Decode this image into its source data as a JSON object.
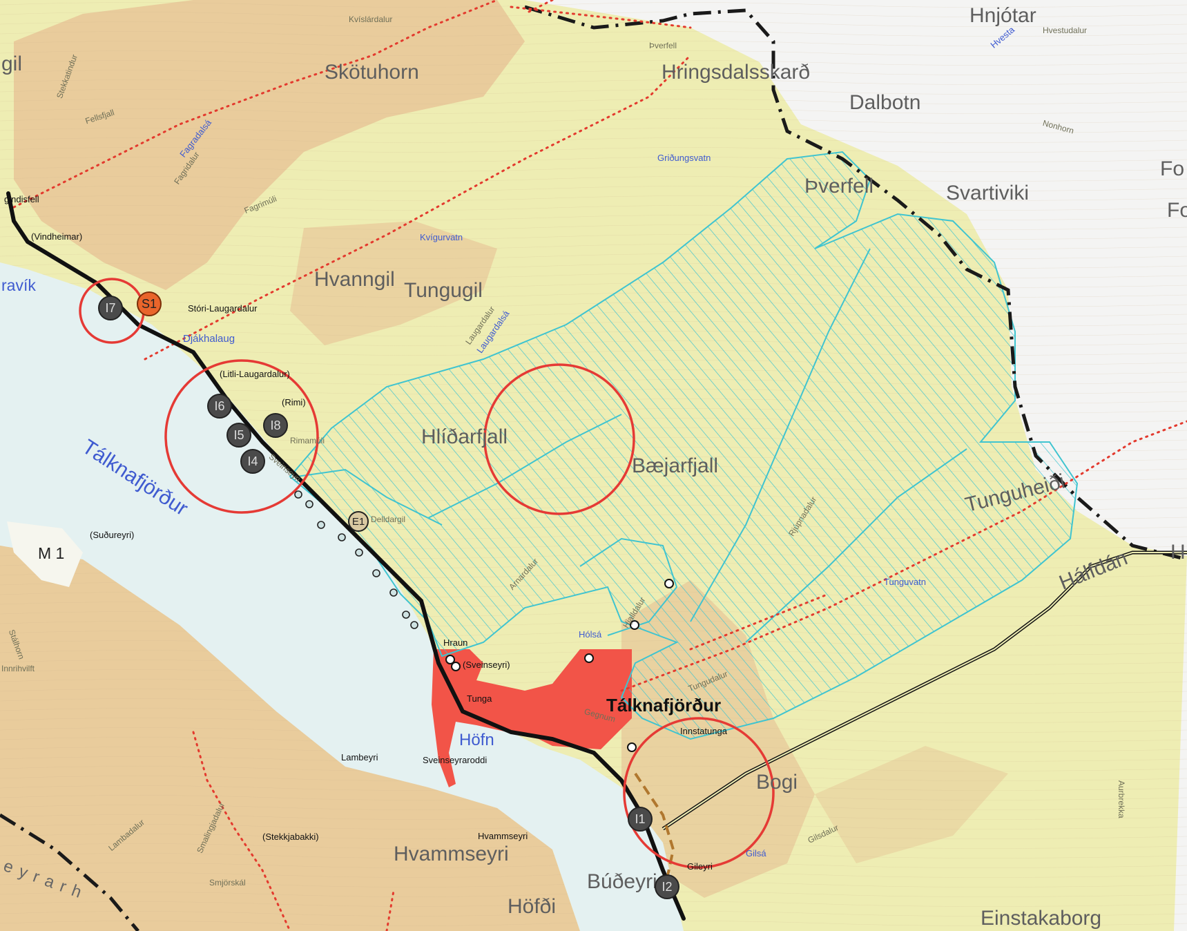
{
  "map": {
    "places": {
      "skotuhorn": "Skötuhorn",
      "hringsdalsskard": "Hringsdalsskarð",
      "hnjotar": "Hnjótar",
      "dalbotn": "Dalbotn",
      "svartiviki": "Svartiviki",
      "fo1": "Fo",
      "fo2": "Fo",
      "thverfell": "Þverfell",
      "hvanngil": "Hvanngil",
      "tungugil": "Tungugil",
      "hlidarfjall": "Hlíðarfjall",
      "baejarfjall": "Bæjarfjall",
      "tunguheidi": "Tunguheiði",
      "halfdan": "Hálfdán",
      "h_edge": "H",
      "bogi": "Bogi",
      "talknafjordur_town": "Tálknafjörður",
      "hvammseyri": "Hvammseyri",
      "budeyri": "Búðeyri",
      "hofdi": "Höfði",
      "einstakaborg": "Einstakaborg",
      "m1": "M 1",
      "gil": "gil",
      "ravik": "ravík"
    },
    "small": {
      "gindisfell": "gindisfell",
      "vindheimar": "(Vindheimar)",
      "stori_laugardalur": "Stóri-Laugardalur",
      "litli_laugardalur": "(Litli-Laugardalur)",
      "rimi": "(Rimi)",
      "sudureyri": "(Suðureyri)",
      "hraun": "Hraun",
      "sveinseyri": "(Sveinseyri)",
      "tunga": "Tunga",
      "innstatunga": "Innstatunga",
      "lambeyri": "Lambeyri",
      "sveinseyraroddi": "Sveinseyraroddi",
      "stekkjabakki": "(Stekkjabakki)",
      "hvammseyri_small": "Hvammseyri",
      "gileyri": "Gileyri"
    },
    "terrain": {
      "kvislardalur": "Kvíslárdalur",
      "thverfell_small": "Þverfell",
      "hvestudalur": "Hvestudalur",
      "nonhorn": "Nonhorn",
      "stekkatindur": "Stekkatindur",
      "fellsfjall": "Fellsfjall",
      "fagridalur": "Fagridalur",
      "fagrimuli": "Fagrimúli",
      "laugardalur": "Laugardalur",
      "rimamuli": "Rimamúli",
      "sveinseyri_t": "Sveinseyri",
      "delldargil": "Delldargil",
      "arnardalur": "Arnardalur",
      "rjupnadalur": "Rjúpnadalur",
      "hjalldalur": "Hjalldalur",
      "tungudalur": "Tungudalur",
      "gilsdalur": "Gilsdalur",
      "aurbrekka": "Aurbrekka",
      "smalingjadalur": "Smalingjadalur",
      "lambadalur": "Lambadalur",
      "smjorskal": "Smjörskál",
      "stalhorn": "Stálhorn",
      "innrihvilft": "Innrihvilft",
      "gegnum": "Gegnum"
    },
    "water": {
      "talknafjordur": "Tálknafjörður",
      "hofn": "Höfn",
      "djakhalaug": "Djákhalaug",
      "kvigurvatn": "Kvígurvatn",
      "gridungsvatn": "Griðungsvatn",
      "tunguvatn": "Tunguvatn",
      "hvesta": "Hvesta",
      "fagradalsa": "Fagradalsá",
      "laugardalsa": "Laugardalsá",
      "holsa": "Hólsá",
      "gilsa": "Gilsá"
    },
    "markers": {
      "i1": "I1",
      "i2": "I2",
      "i4": "I4",
      "i5": "I5",
      "i6": "I6",
      "i7": "I7",
      "i8": "I8",
      "s1": "S1",
      "e1": "E1"
    },
    "edge_text": "eyrarh",
    "colors": {
      "lowland": "#eeedb3",
      "slope": "#e8c99a",
      "sea": "#e4f1f1",
      "outside": "#f4f4f3",
      "hazard_zone": "#3fc4d0",
      "urban": "#f25448",
      "circle": "#e53a35",
      "road": "#111111",
      "boundary": "#1a1a1a",
      "dotted": "#e33a2e"
    }
  }
}
